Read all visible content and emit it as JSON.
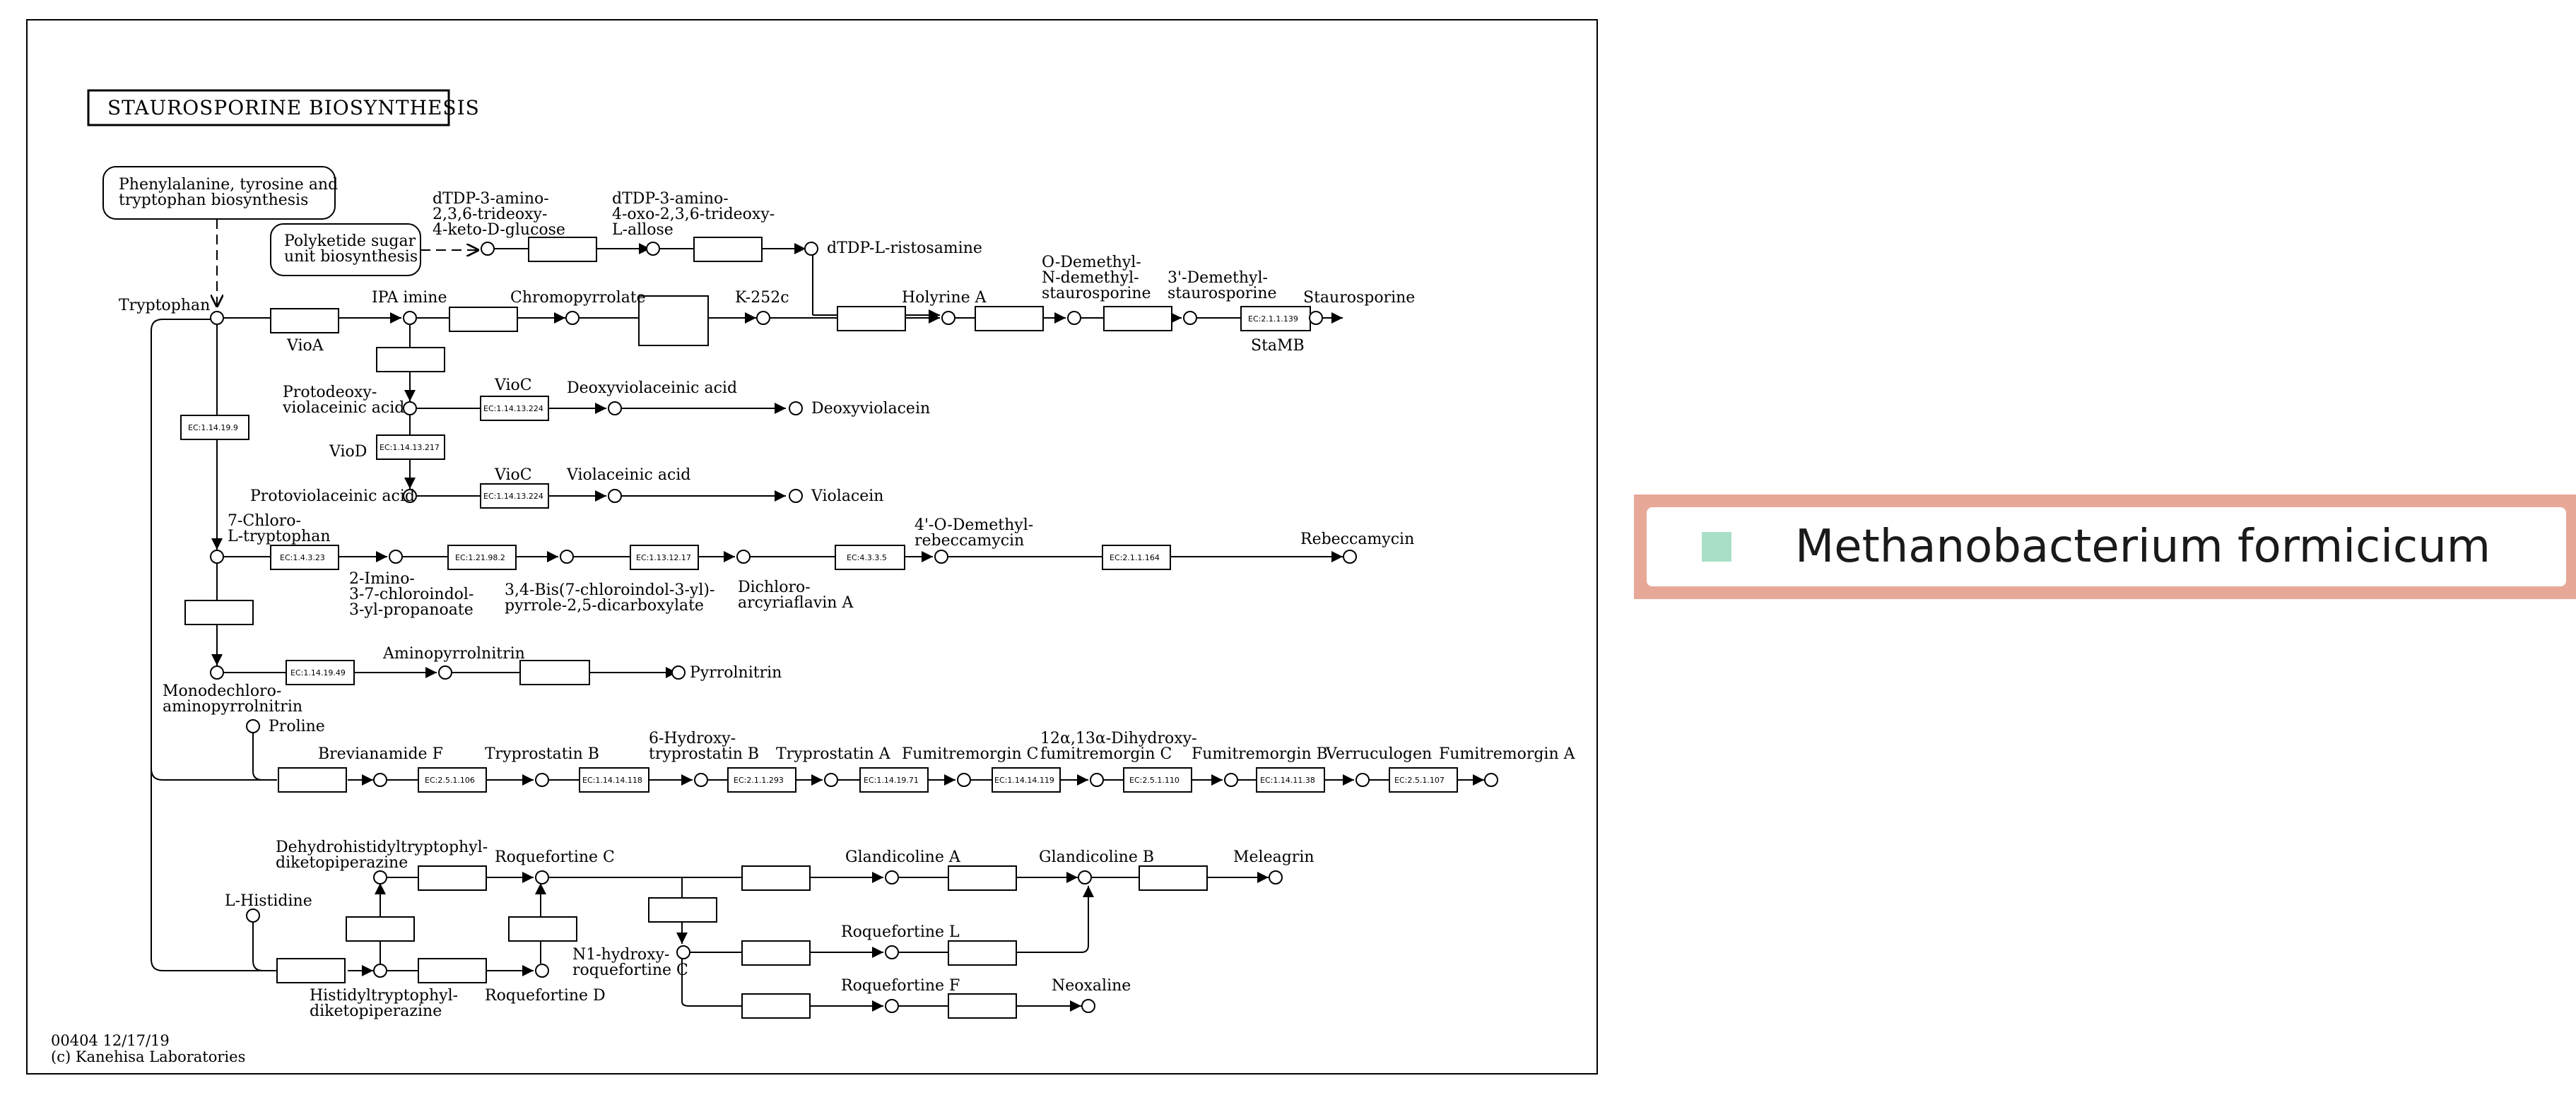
{
  "map": {
    "title": "STAUROSPORINE BIOSYNTHESIS",
    "map_id_date": "00404 12/17/19",
    "copyright": "(c) Kanehisa Laboratories",
    "pathway_links": [
      {
        "key": "phe",
        "lines": [
          "Phenylalanine, tyrosine and",
          "tryptophan biosynthesis"
        ]
      },
      {
        "key": "poly",
        "lines": [
          "Polyketide sugar",
          "unit biosynthesis"
        ]
      }
    ],
    "compounds": [
      {
        "key": "trp",
        "lines": [
          "Tryptophan"
        ]
      },
      {
        "key": "dtdp1",
        "lines": [
          "dTDP-3-amino-",
          "2,3,6-trideoxy-",
          "4-keto-D-glucose"
        ]
      },
      {
        "key": "dtdp2",
        "lines": [
          "dTDP-3-amino-",
          "4-oxo-2,3,6-trideoxy-",
          "L-allose"
        ]
      },
      {
        "key": "dtdp3",
        "lines": [
          "dTDP-L-ristosamine"
        ]
      },
      {
        "key": "ipa",
        "lines": [
          "IPA imine"
        ]
      },
      {
        "key": "chromo",
        "lines": [
          "Chromopyrrolate"
        ]
      },
      {
        "key": "k252c",
        "lines": [
          "K-252c"
        ]
      },
      {
        "key": "holy",
        "lines": [
          "Holyrine A"
        ]
      },
      {
        "key": "odm",
        "lines": [
          "O-Demethyl-",
          "N-demethyl-",
          "staurosporine"
        ]
      },
      {
        "key": "dm3",
        "lines": [
          "3'-Demethyl-",
          "staurosporine"
        ]
      },
      {
        "key": "stau",
        "lines": [
          "Staurosporine"
        ]
      },
      {
        "key": "proto",
        "lines": [
          "Protodeoxy-",
          "violaceinic acid"
        ]
      },
      {
        "key": "deoxyva",
        "lines": [
          "Deoxyviolaceinic acid"
        ]
      },
      {
        "key": "deoxyvl",
        "lines": [
          "Deoxyviolacein"
        ]
      },
      {
        "key": "protov",
        "lines": [
          "Protoviolaceinic acid"
        ]
      },
      {
        "key": "va",
        "lines": [
          "Violaceinic acid"
        ]
      },
      {
        "key": "viol",
        "lines": [
          "Violacein"
        ]
      },
      {
        "key": "chltrp",
        "lines": [
          "7-Chloro-",
          "L-tryptophan"
        ]
      },
      {
        "key": "imino",
        "lines": [
          "2-Imino-",
          "3-7-chloroindol-",
          "3-yl-propanoate"
        ]
      },
      {
        "key": "bis",
        "lines": [
          "3,4-Bis(7-chloroindol-3-yl)-",
          "pyrrole-2,5-dicarboxylate"
        ]
      },
      {
        "key": "dichloro",
        "lines": [
          "Dichloro-",
          "arcyriaflavin A"
        ]
      },
      {
        "key": "odmr",
        "lines": [
          "4'-O-Demethyl-",
          "rebeccamycin"
        ]
      },
      {
        "key": "rebec",
        "lines": [
          "Rebeccamycin"
        ]
      },
      {
        "key": "monod",
        "lines": [
          "Monodechloro-",
          "aminopyrrolnitrin"
        ]
      },
      {
        "key": "amino",
        "lines": [
          "Aminopyrrolnitrin"
        ]
      },
      {
        "key": "pyrrol",
        "lines": [
          "Pyrrolnitrin"
        ]
      },
      {
        "key": "proline",
        "lines": [
          "Proline"
        ]
      },
      {
        "key": "brev",
        "lines": [
          "Brevianamide F"
        ]
      },
      {
        "key": "tryb",
        "lines": [
          "Tryprostatin B"
        ]
      },
      {
        "key": "hydroxy",
        "lines": [
          "6-Hydroxy-",
          "tryprostatin B"
        ]
      },
      {
        "key": "trya",
        "lines": [
          "Tryprostatin A"
        ]
      },
      {
        "key": "fumic",
        "lines": [
          "Fumitremorgin C"
        ]
      },
      {
        "key": "dihyd",
        "lines": [
          "12α,13α-Dihydroxy-",
          "fumitremorgin C"
        ]
      },
      {
        "key": "fumib",
        "lines": [
          "Fumitremorgin B"
        ]
      },
      {
        "key": "verru",
        "lines": [
          "Verruculogen"
        ]
      },
      {
        "key": "fumia",
        "lines": [
          "Fumitremorgin A"
        ]
      },
      {
        "key": "dehyd",
        "lines": [
          "Dehydrohistidyltryptophyl-",
          "diketopiperazine"
        ]
      },
      {
        "key": "roqc",
        "lines": [
          "Roquefortine C"
        ]
      },
      {
        "key": "glaa",
        "lines": [
          "Glandicoline A"
        ]
      },
      {
        "key": "glab",
        "lines": [
          "Glandicoline B"
        ]
      },
      {
        "key": "mele",
        "lines": [
          "Meleagrin"
        ]
      },
      {
        "key": "lhis",
        "lines": [
          "L-Histidine"
        ]
      },
      {
        "key": "n1h",
        "lines": [
          "N1-hydroxy-",
          "roquefortine C"
        ]
      },
      {
        "key": "roql",
        "lines": [
          "Roquefortine L"
        ]
      },
      {
        "key": "roqf",
        "lines": [
          "Roquefortine F"
        ]
      },
      {
        "key": "neox",
        "lines": [
          "Neoxaline"
        ]
      },
      {
        "key": "histdk",
        "lines": [
          "Histidyltryptophyl-",
          "diketopiperazine"
        ]
      },
      {
        "key": "roqd",
        "lines": [
          "Roquefortine D"
        ]
      }
    ],
    "enzyme_labels": [
      {
        "key": "ec1",
        "text": "EC:1.14.19.9"
      },
      {
        "key": "ec2",
        "text": "EC:2.1.1.139"
      },
      {
        "key": "ec3",
        "text": "EC:1.14.13.224"
      },
      {
        "key": "ec4",
        "text": "EC:1.14.13.217"
      },
      {
        "key": "ec5",
        "text": "EC:1.14.13.224"
      },
      {
        "key": "ec6",
        "text": "EC:1.4.3.23"
      },
      {
        "key": "ec7",
        "text": "EC:1.21.98.2"
      },
      {
        "key": "ec8",
        "text": "EC:1.13.12.17"
      },
      {
        "key": "ec9",
        "text": "EC:4.3.3.5"
      },
      {
        "key": "ec10",
        "text": "EC:2.1.1.164"
      },
      {
        "key": "ec11",
        "text": "EC:1.14.19.49"
      },
      {
        "key": "ec12",
        "text": "EC:2.5.1.106"
      },
      {
        "key": "ec13",
        "text": "EC:1.14.14.118"
      },
      {
        "key": "ec14",
        "text": "EC:2.1.1.293"
      },
      {
        "key": "ec15",
        "text": "EC:1.14.19.71"
      },
      {
        "key": "ec16",
        "text": "EC:1.14.14.119"
      },
      {
        "key": "ec17",
        "text": "EC:2.5.1.110"
      },
      {
        "key": "ec18",
        "text": "EC:1.14.11.38"
      },
      {
        "key": "ec19",
        "text": "EC:2.5.1.107"
      }
    ],
    "gene_labels": [
      {
        "key": "vioa",
        "text": "VioA"
      },
      {
        "key": "vioc1",
        "text": "VioC"
      },
      {
        "key": "viod",
        "text": "VioD"
      },
      {
        "key": "vioc2",
        "text": "VioC"
      },
      {
        "key": "stamb",
        "text": "StaMB"
      }
    ]
  },
  "legend": {
    "organism": "Methanobacterium formicicum",
    "swatch_color": "#a8dfc6",
    "border_color": "#e8a897"
  }
}
